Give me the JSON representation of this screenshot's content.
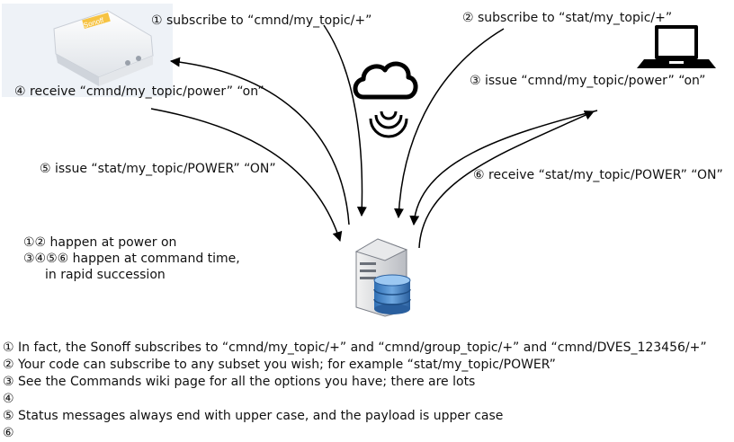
{
  "nodes": {
    "device_brand": "Sonoff",
    "server": "server",
    "laptop": "laptop",
    "cloud": "cloud"
  },
  "labels": {
    "dev_subscribe": "① subscribe to “cmnd/my_topic/+”",
    "client_subscribe": "② subscribe to “stat/my_topic/+”",
    "client_issue": "③ issue “cmnd/my_topic/power” “on”",
    "dev_receive": "④ receive “cmnd/my_topic/power” “on”",
    "dev_issue": "⑤ issue “stat/my_topic/POWER” “ON”",
    "client_receive": "⑥ receive “stat/my_topic/POWER” “ON”"
  },
  "timing_note": {
    "line1": "①② happen at power on",
    "line2": "③④⑤⑥ happen at command time,",
    "line3": "in rapid succession"
  },
  "footnotes": [
    "① In fact, the Sonoff subscribes to “cmnd/my_topic/+” and “cmnd/group_topic/+” and “cmnd/DVES_123456/+”",
    "② Your code can subscribe to any subset you wish; for example “stat/my_topic/POWER”",
    "③ See the Commands wiki page for all the options you have; there are lots",
    "④",
    "⑤ Status messages always end with upper case, and the payload is upper case",
    "⑥"
  ]
}
